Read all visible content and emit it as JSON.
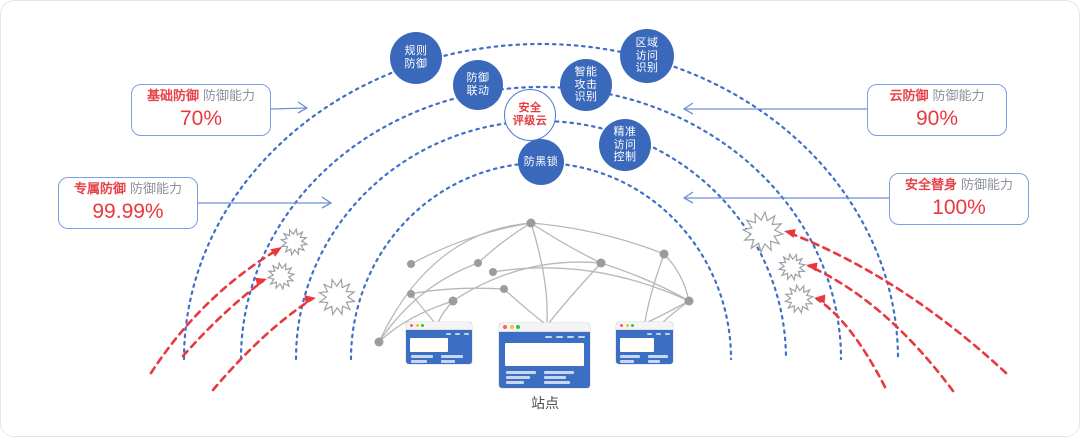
{
  "callouts": [
    {
      "name": "基础防御",
      "suffix": "防御能力",
      "value": "70%"
    },
    {
      "name": "专属防御",
      "suffix": "防御能力",
      "value": "99.99%"
    },
    {
      "name": "云防御",
      "suffix": "防御能力",
      "value": "90%"
    },
    {
      "name": "安全替身",
      "suffix": "防御能力",
      "value": "100%"
    }
  ],
  "defense_nodes": [
    {
      "label": "规则\n防御"
    },
    {
      "label": "防御\n联动"
    },
    {
      "label": "智能\n攻击\n识别"
    },
    {
      "label": "区域\n访问\n识别"
    },
    {
      "label": "精准\n访问\n控制"
    },
    {
      "label": "防黑锁"
    }
  ],
  "center_node": {
    "label": "安全\n评级云"
  },
  "site": {
    "label": "站点"
  },
  "colors": {
    "node_blue": "#3a68bb",
    "arc_blue": "#3f6fc8",
    "alert_red": "#e8393f",
    "callout_border": "#7e9ee2",
    "muted_gray": "#8b909a",
    "mesh_gray": "#b5b5b5"
  }
}
